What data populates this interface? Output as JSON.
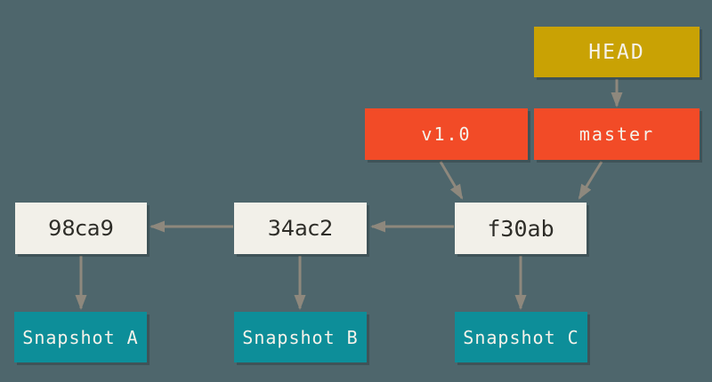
{
  "diagram": {
    "type": "git-commit-graph",
    "background_color": "#4e666c",
    "arrow_color": "#8e887d",
    "head": {
      "label": "HEAD",
      "color": "#c9a204",
      "text_color": "#f5f2ea"
    },
    "branches": [
      {
        "label": "master",
        "color": "#f24b27",
        "points_to": "f30ab"
      }
    ],
    "tags": [
      {
        "label": "v1.0",
        "color": "#f24b27",
        "points_to": "f30ab"
      }
    ],
    "commits": [
      {
        "label": "98ca9",
        "color": "#f2f0e9",
        "snapshot": "Snapshot A"
      },
      {
        "label": "34ac2",
        "color": "#f2f0e9",
        "snapshot": "Snapshot B",
        "parent": "98ca9"
      },
      {
        "label": "f30ab",
        "color": "#f2f0e9",
        "snapshot": "Snapshot C",
        "parent": "34ac2"
      }
    ],
    "snapshots": [
      {
        "label": "Snapshot A",
        "color": "#0d8e99"
      },
      {
        "label": "Snapshot B",
        "color": "#0d8e99"
      },
      {
        "label": "Snapshot C",
        "color": "#0d8e99"
      }
    ],
    "edges": [
      {
        "from": "HEAD",
        "to": "master"
      },
      {
        "from": "v1.0",
        "to": "f30ab"
      },
      {
        "from": "master",
        "to": "f30ab"
      },
      {
        "from": "f30ab",
        "to": "34ac2"
      },
      {
        "from": "34ac2",
        "to": "98ca9"
      },
      {
        "from": "98ca9",
        "to": "Snapshot A"
      },
      {
        "from": "34ac2",
        "to": "Snapshot B"
      },
      {
        "from": "f30ab",
        "to": "Snapshot C"
      }
    ]
  }
}
